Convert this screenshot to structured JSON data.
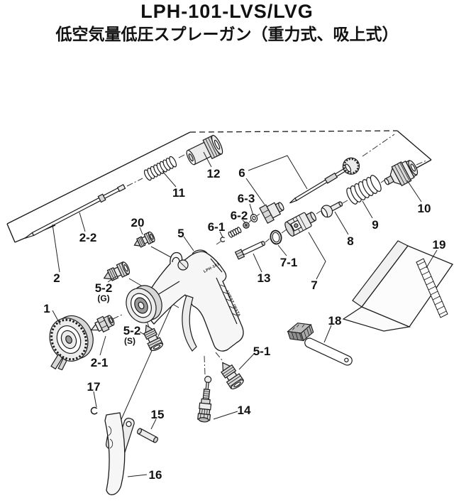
{
  "header": {
    "title": "LPH-101-LVS/LVG",
    "subtitle": "低空気量低圧スプレーガン（重力式、吸上式）"
  },
  "labels": {
    "p1": "1",
    "p2": "2",
    "p2_1": "2-1",
    "p2_2": "2-2",
    "p5": "5",
    "p5_1": "5-1",
    "p5_2g": "5-2",
    "p5_2g_suffix": "(G)",
    "p5_2s": "5-2",
    "p5_2s_suffix": "(S)",
    "p6": "6",
    "p6_1": "6-1",
    "p6_2": "6-2",
    "p6_3": "6-3",
    "p7": "7",
    "p7_1": "7-1",
    "p8": "8",
    "p9": "9",
    "p10": "10",
    "p11": "11",
    "p12": "12",
    "p13": "13",
    "p14": "14",
    "p15": "15",
    "p16": "16",
    "p17": "17",
    "p18": "18",
    "p19": "19",
    "p20": "20"
  },
  "markings": {
    "model": "LPH-101",
    "brand": "ANEST IWATA"
  },
  "palette": {
    "ink": "#1a1a1a",
    "paper": "#ffffff",
    "metal_light": "#ececec",
    "metal_mid": "#d7d7d7"
  }
}
